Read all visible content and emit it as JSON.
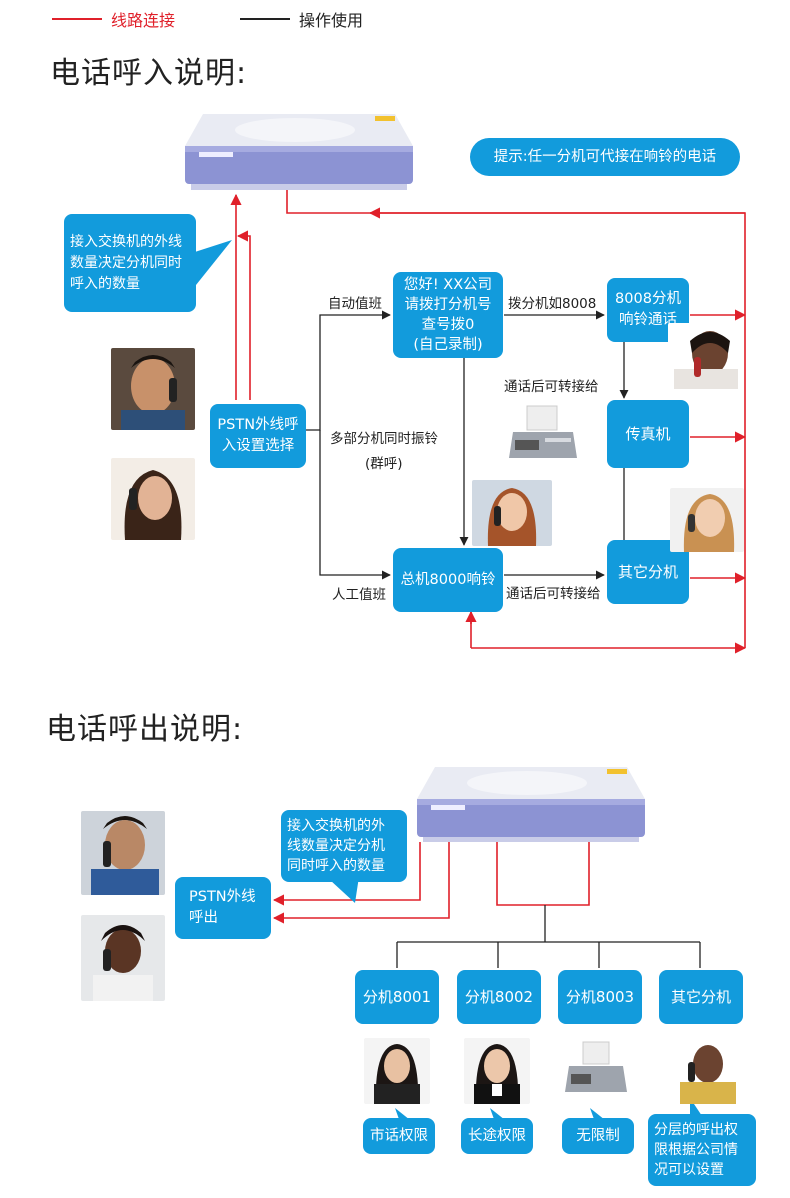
{
  "legend": {
    "line_connection": "线路连接",
    "operation_use": "操作使用",
    "line_color": "#e0202a",
    "op_color": "#222222"
  },
  "incoming": {
    "title": "电话呼入说明:",
    "tip": "提示:任一分机可代接在响铃的电话",
    "callout": "接入交换机的外线\n数量决定分机同时\n呼入的数量",
    "pstn_box": "PSTN外线呼\n入设置选择",
    "greeting_box": "您好! XX公司\n请拨打分机号\n查号拨0\n(自己录制)",
    "ext8008_box": "8008分机\n响铃通话",
    "fax_box": "传真机",
    "other_ext_box": "其它分机",
    "operator_box": "总机8000响铃",
    "label_auto": "自动值班",
    "label_dial": "拨分机如8008",
    "label_transfer1": "通话后可转接给",
    "label_multi": "多部分机同时振铃",
    "label_group": "(群呼)",
    "label_manual": "人工值班",
    "label_transfer2": "通话后可转接给"
  },
  "outgoing": {
    "title": "电话呼出说明:",
    "callout": "接入交换机的外\n线数量决定分机\n同时呼入的数量",
    "pstn_box": "PSTN外线\n呼出",
    "extensions": [
      {
        "name": "分机8001",
        "permission": "市话权限"
      },
      {
        "name": "分机8002",
        "permission": "长途权限"
      },
      {
        "name": "分机8003",
        "permission": "无限制"
      },
      {
        "name": "其它分机",
        "permission": "分层的呼出权\n限根据公司情\n况可以设置"
      }
    ]
  },
  "colors": {
    "accent_blue": "#129bdc",
    "red": "#e0202a",
    "device": "#8c93d3"
  }
}
